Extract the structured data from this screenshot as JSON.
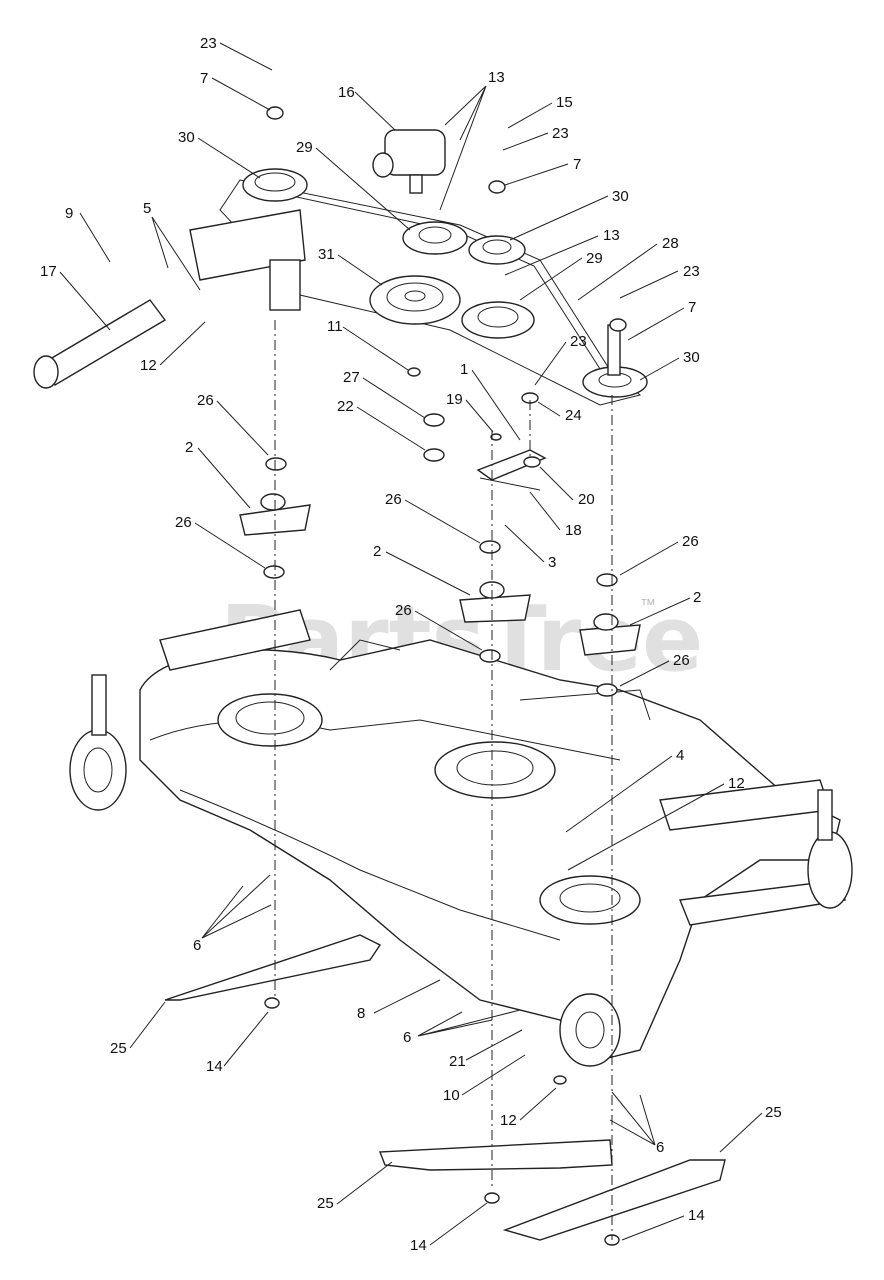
{
  "watermark": "PartsTree",
  "trademark": "™",
  "callouts": [
    {
      "id": "c1",
      "num": "23"
    },
    {
      "id": "c2",
      "num": "7"
    },
    {
      "id": "c3",
      "num": "16"
    },
    {
      "id": "c4",
      "num": "13"
    },
    {
      "id": "c5",
      "num": "15"
    },
    {
      "id": "c6",
      "num": "23"
    },
    {
      "id": "c7",
      "num": "30"
    },
    {
      "id": "c8",
      "num": "29"
    },
    {
      "id": "c9",
      "num": "7"
    },
    {
      "id": "c10",
      "num": "30"
    },
    {
      "id": "c11",
      "num": "9"
    },
    {
      "id": "c12",
      "num": "5"
    },
    {
      "id": "c13",
      "num": "13"
    },
    {
      "id": "c14",
      "num": "28"
    },
    {
      "id": "c15",
      "num": "17"
    },
    {
      "id": "c16",
      "num": "31"
    },
    {
      "id": "c17",
      "num": "29"
    },
    {
      "id": "c18",
      "num": "23"
    },
    {
      "id": "c19",
      "num": "7"
    },
    {
      "id": "c20",
      "num": "12"
    },
    {
      "id": "c21",
      "num": "11"
    },
    {
      "id": "c22",
      "num": "30"
    },
    {
      "id": "c23",
      "num": "23"
    },
    {
      "id": "c24",
      "num": "27"
    },
    {
      "id": "c25",
      "num": "1"
    },
    {
      "id": "c26",
      "num": "26"
    },
    {
      "id": "c27",
      "num": "22"
    },
    {
      "id": "c28",
      "num": "19"
    },
    {
      "id": "c29",
      "num": "24"
    },
    {
      "id": "c30",
      "num": "2"
    },
    {
      "id": "c31",
      "num": "20"
    },
    {
      "id": "c32",
      "num": "26"
    },
    {
      "id": "c33",
      "num": "26"
    },
    {
      "id": "c34",
      "num": "18"
    },
    {
      "id": "c35",
      "num": "2"
    },
    {
      "id": "c36",
      "num": "3"
    },
    {
      "id": "c37",
      "num": "26"
    },
    {
      "id": "c38",
      "num": "26"
    },
    {
      "id": "c39",
      "num": "2"
    },
    {
      "id": "c40",
      "num": "26"
    },
    {
      "id": "c41",
      "num": "4"
    },
    {
      "id": "c42",
      "num": "12"
    },
    {
      "id": "c43",
      "num": "6"
    },
    {
      "id": "c44",
      "num": "8"
    },
    {
      "id": "c45",
      "num": "6"
    },
    {
      "id": "c46",
      "num": "25"
    },
    {
      "id": "c47",
      "num": "14"
    },
    {
      "id": "c48",
      "num": "21"
    },
    {
      "id": "c49",
      "num": "10"
    },
    {
      "id": "c50",
      "num": "12"
    },
    {
      "id": "c51",
      "num": "6"
    },
    {
      "id": "c52",
      "num": "25"
    },
    {
      "id": "c53",
      "num": "25"
    },
    {
      "id": "c54",
      "num": "14"
    },
    {
      "id": "c55",
      "num": "14"
    }
  ]
}
